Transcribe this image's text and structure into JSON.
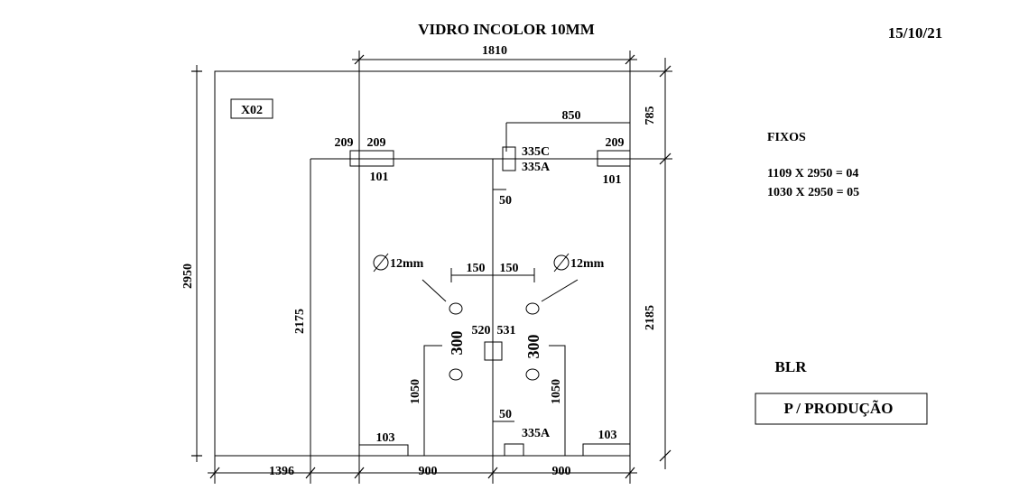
{
  "title": "VIDRO INCOLOR 10MM",
  "date": "15/10/21",
  "panel_tag": "X02",
  "dimensions": {
    "top_width": "1810",
    "height_left": "2950",
    "right_top": "785",
    "right_main": "2185",
    "to_center_top": "850",
    "inner_left": "2175",
    "bottom_1": "1396",
    "bottom_2": "900",
    "bottom_3": "900",
    "center_gap_top": "50",
    "center_gap_bottom": "50",
    "handle_left": "1050",
    "handle_right": "1050",
    "hole_spacing_left": "300",
    "hole_spacing_right": "300",
    "hole_offset_left": "150",
    "hole_offset_right": "150",
    "lock_left": "520",
    "lock_right": "531"
  },
  "hardware": {
    "left_top_a": "209",
    "left_top_b": "209",
    "left_top_c": "101",
    "right_top_a": "209",
    "right_top_c": "101",
    "center_top_a": "335C",
    "center_top_b": "335A",
    "center_bottom": "335A",
    "bottom_left": "103",
    "bottom_right": "103"
  },
  "holes": {
    "left": "12mm",
    "right": "12mm"
  },
  "notes": {
    "heading": "FIXOS",
    "line1": "1109 X 2950 = 04",
    "line2": "1030 X 2950 = 05",
    "client": "BLR",
    "status": "P / PRODUÇÃO"
  }
}
